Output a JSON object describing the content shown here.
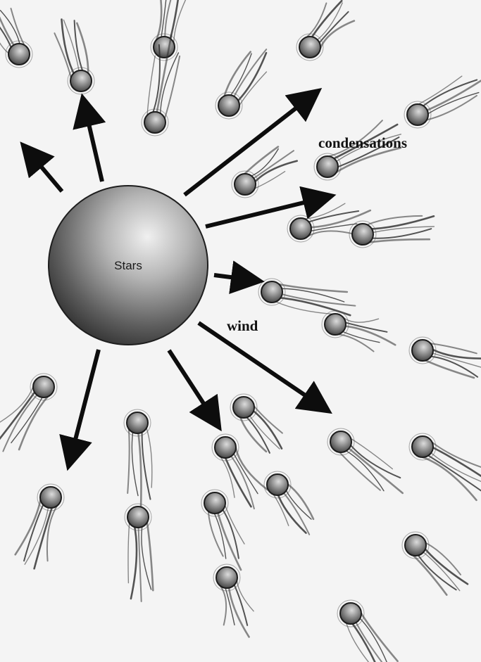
{
  "labels": {
    "star": "Stars",
    "wind": "wind",
    "condensations": "condensations"
  },
  "colors": {
    "background": "#f4f4f4",
    "star_dark": "#2a2a2a",
    "star_light": "#e6e6e6",
    "arrow": "#0d0d0d",
    "tail": "#2b2b2b"
  }
}
